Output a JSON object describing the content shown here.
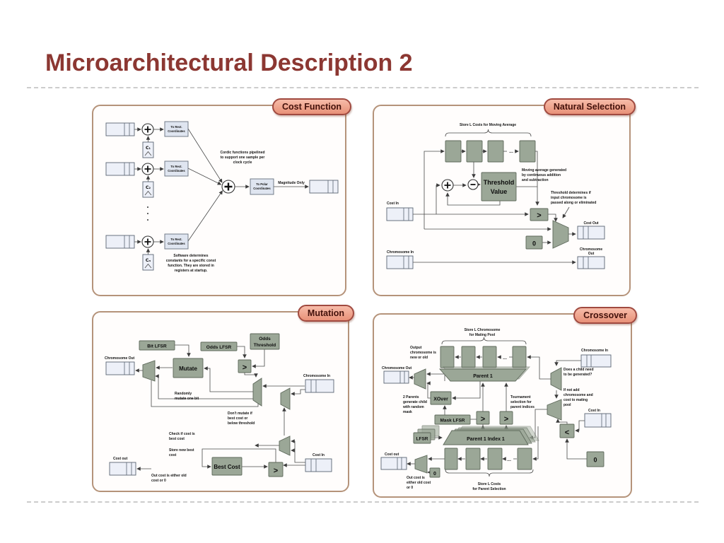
{
  "slide": {
    "title": "Microarchitectural Description 2"
  },
  "colors": {
    "title": "#8c3732",
    "panel_border": "#b5937a",
    "badge_fill": "#f2a58f",
    "badge_border": "#a04a40",
    "block_fill": "#9ba797",
    "register_fill": "#edf0f8"
  },
  "panels": {
    "cost_function": {
      "badge": "Cost Function",
      "to_rect": [
        "To Rect.",
        "Coordinates"
      ],
      "to_polar": [
        "To Polar",
        "Coordinates"
      ],
      "magnitude": "Magnitude Only",
      "c1": "C₁",
      "c2": "C₂",
      "cn": "Cₙ",
      "note_pipeline": [
        "Cordic functions pipelined",
        "to support one sample per",
        "clock cycle"
      ],
      "note_software": [
        "Software determines",
        "constants for a specific const",
        "function. They are stored in",
        "registers at startup."
      ]
    },
    "natural_selection": {
      "badge": "Natural Selection",
      "store_label": "Store L Costs for Moving Average",
      "threshold": [
        "Threshold",
        "Value"
      ],
      "note_moving": [
        "Moving average generated",
        "by continuous addition",
        "and subtraction"
      ],
      "note_threshold": [
        "Threshold determines if",
        "input chromosome is",
        "passed along or eliminated"
      ],
      "cost_in": "Cost In",
      "cost_out": "Cost Out",
      "chromosome_in": "Chromosome In",
      "chromosome_out": [
        "Chromosome",
        "Out"
      ],
      "gt": ">",
      "zero": "0",
      "dots": "..."
    },
    "mutation": {
      "badge": "Mutation",
      "bit_lfsr": "Bit LFSR",
      "odds_lfsr": "Odds LFSR",
      "odds_threshold": [
        "Odds",
        "Threshold"
      ],
      "mutate": "Mutate",
      "best_cost": "Best Cost",
      "chromosome_out": "Chromosome Out",
      "chromosome_in": "Chromosome In",
      "cost_in": "Cost In",
      "cost_out": "Cost out",
      "gt": ">",
      "note_random": [
        "Randomly",
        "mutate one bit"
      ],
      "note_dont": [
        "Don't mutate if",
        "best cost or",
        "below threshold"
      ],
      "note_check": [
        "Check if cost is",
        "best cost"
      ],
      "note_store": [
        "Store new best",
        "cost"
      ],
      "note_out": [
        "Out cost is either old",
        "cost or 0"
      ]
    },
    "crossover": {
      "badge": "Crossover",
      "store_chromosome": [
        "Store L Chromosome",
        "for Mating Pool"
      ],
      "note_output": [
        "Output",
        "chromosome is",
        "new or old"
      ],
      "chromosome_out": "Chromosome Out",
      "chromosome_in": "Chromosome In",
      "parent1": "Parent 1",
      "xover": "XOver",
      "mask_lfsr": "Mask LFSR",
      "lfsr": "LFSR",
      "note_2parents": [
        "2 Parents",
        "generate child",
        "with random",
        "mask"
      ],
      "note_tournament": [
        "Tournament",
        "selection for",
        "parent indices"
      ],
      "parent1_index1": "Parent 1 Index 1",
      "note_child": [
        "Does a child need",
        "to be generated?"
      ],
      "note_ifnot": [
        "If not add",
        "chromosome and",
        "cost to mating",
        "pool"
      ],
      "cost_in": "Cost In",
      "cost_out": "Cost out",
      "note_outcost": [
        "Out cost is",
        "either old cost",
        "or 0"
      ],
      "store_costs": [
        "Store L Costs",
        "for Parent Selection"
      ],
      "gt": ">",
      "lt": "<",
      "zero": "0",
      "dots": "..."
    }
  }
}
